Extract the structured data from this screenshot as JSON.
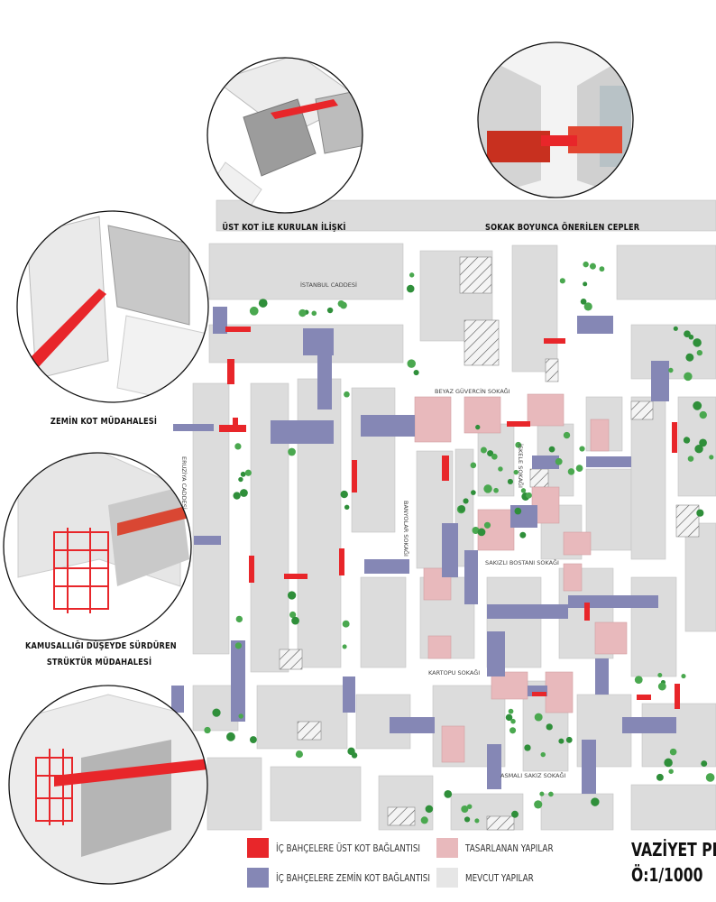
{
  "captions": {
    "top_center": "ÜST KOT  İLE  KURULAN İLİŞKİ",
    "top_right": "SOKAK BOYUNCA ÖNERİLEN CEPLER",
    "left_top": "ZEMİN  KOT MÜDAHALESİ",
    "left_middle_line1": "KAMUSALLIĞI DÜŞEYDE SÜRDÜREN",
    "left_middle_line2": "STRÜKTÜR MÜDAHALESİ"
  },
  "streets": {
    "istanbul": "İSTANBUL CADDESİ",
    "beyaz": "BEYAZ GÜVERCİN SOKAĞI",
    "iskele": "İSKELE SOKAĞI",
    "eruziya": "ERUZİYA CADDESİ",
    "banyolar": "BANYOLAR SOKAĞI",
    "sakizli": "SAKIZLI BOSTANI SOKAĞI",
    "kartopu": "KARTOPU SOKAĞI",
    "asmali": "ASMALI SAKIZ SOKAĞI"
  },
  "legend": [
    {
      "label": "İÇ BAHÇELERE ÜST KOT BAĞLANTISI",
      "color": "#e8262a"
    },
    {
      "label": "İÇ BAHÇELERE ZEMİN KOT BAĞLANTISI",
      "color": "#8587b5"
    },
    {
      "label": "TASARLANAN YAPILAR",
      "color": "#e8b9bc"
    },
    {
      "label": "MEVCUT YAPILAR",
      "color": "#e6e6e6"
    }
  ],
  "title": "VAZİYET PLANI",
  "scale": "Ö:1/1000",
  "colors": {
    "red": "#e8262a",
    "purple": "#8587b5",
    "pink": "#e8b9bc",
    "building": "#dcdcdc",
    "tree": "#2f8f3a"
  }
}
